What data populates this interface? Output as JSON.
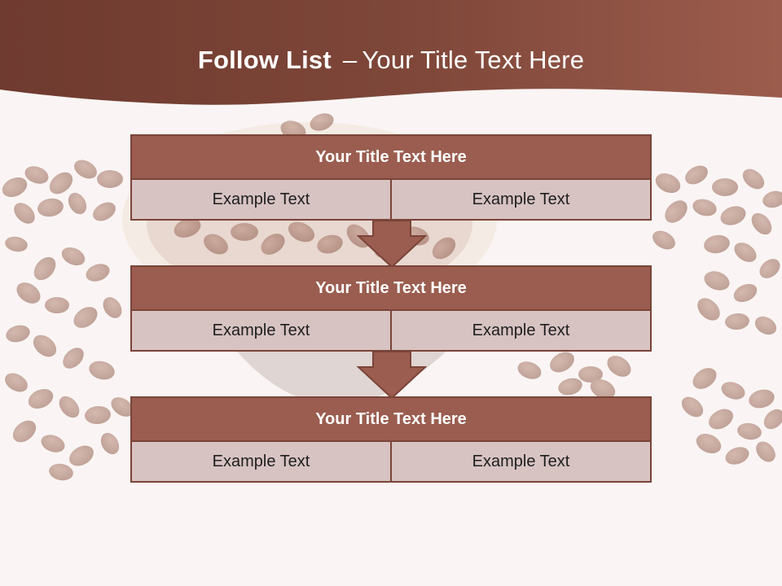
{
  "slide": {
    "title_bold": "Follow List",
    "title_separator": "–",
    "title_rest": "Your Title Text Here"
  },
  "blocks": [
    {
      "title": "Your Title Text Here",
      "cells": [
        "Example Text",
        "Example Text"
      ]
    },
    {
      "title": "Your Title Text Here",
      "cells": [
        "Example Text",
        "Example Text"
      ]
    },
    {
      "title": "Your Title Text Here",
      "cells": [
        "Example Text",
        "Example Text"
      ]
    }
  ],
  "colors": {
    "banner": "#8a4f42",
    "header_fill": "#9a5d4f",
    "cell_fill": "#d7c3c2",
    "border": "#7a4438"
  },
  "icons": [
    "down-arrow-icon"
  ]
}
